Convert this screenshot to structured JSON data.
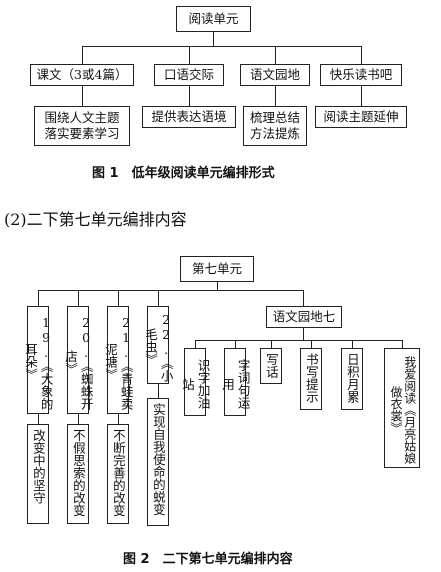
{
  "figure1": {
    "root": "阅读单元",
    "categories": [
      "课文（3或4篇）",
      "口语交际",
      "语文园地",
      "快乐读书吧"
    ],
    "details": [
      [
        "围绕人文主题",
        "落实要素学习"
      ],
      [
        "提供表达语境"
      ],
      [
        "梳理总结",
        "方法提炼"
      ],
      [
        "阅读主题延伸"
      ]
    ],
    "caption": "图 1　低年级阅读单元编排形式"
  },
  "section_heading": "(2)二下第七单元编排内容",
  "figure2": {
    "root": "第七单元",
    "lessons": [
      "19.《大象的耳朵》",
      "20.《蜘蛛开店》",
      "21.《青蛙卖泥塘》",
      "22.《小毛虫》"
    ],
    "lesson_notes": [
      "改变中的坚守",
      "不假思索的改变",
      "不断完善的改变",
      "实现自我使命的蜕变"
    ],
    "garden": "语文园地七",
    "garden_items": [
      "识字加油站",
      "字词句运用",
      "写话",
      "书写提示",
      "日积月累",
      "我爱阅读《月亮姑娘做衣裳》"
    ],
    "caption": "图 2　二下第七单元编排内容"
  }
}
